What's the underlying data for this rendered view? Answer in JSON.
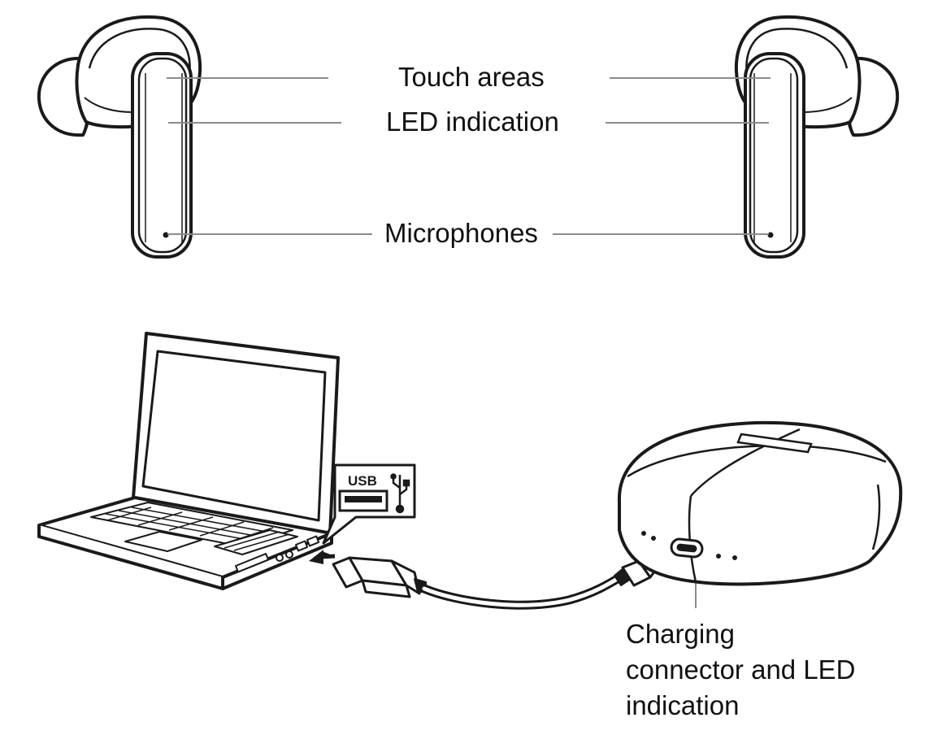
{
  "labels": {
    "touch_areas": "Touch areas",
    "led_indication": "LED indication",
    "microphones": "Microphones",
    "charging_line1": "Charging",
    "charging_line2": "connector and LED",
    "charging_line3": "indication"
  },
  "usb_port": {
    "text": "USB",
    "icon": "usb-trident-icon"
  },
  "colors": {
    "stroke": "#1a1a1a",
    "leader": "#8c8c8c",
    "text": "#111111"
  }
}
